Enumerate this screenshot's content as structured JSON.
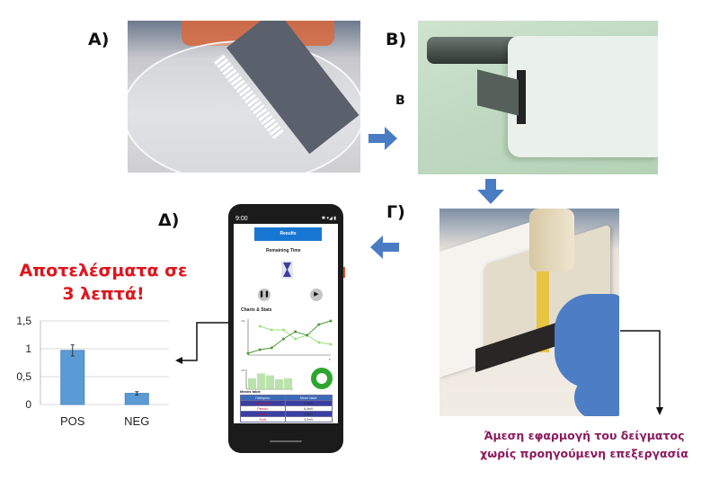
{
  "panels": {
    "a": {
      "label": "A)",
      "photo": "Electrode strip in petri dish"
    },
    "b": {
      "label": "B)",
      "sublabel": "B",
      "photo": "Strip inserted into reader device"
    },
    "c": {
      "label": "Γ)",
      "photo": "Multichannel pipette applying samples to strip"
    },
    "d": {
      "label": "Δ)"
    }
  },
  "headline": {
    "line1": "Αποτελέσματα σε",
    "line2": "3 λεπτά!"
  },
  "caption": {
    "line1": "Άμεση εφαρμογή του δείγματος",
    "line2": "χωρίς προηγούμενη επεξεργασία"
  },
  "colors": {
    "arrow": "#4a7cc4",
    "headline": "#e0141c",
    "caption": "#8b1a5e",
    "bar": "#5b9bd5"
  },
  "phone_app": {
    "status_time": "9:00",
    "status_icons": "✱ ▾◢ ▮",
    "results_button": "Results",
    "remaining_time_label": "Remaining Time",
    "pause_icon": "❚❚",
    "play_icon": "▶",
    "charts_label": "Charts & Stats",
    "line_chart_ylabel": "mV",
    "line_chart_xlabel": "5",
    "bar_chart_ylabel": "mV",
    "means_table": {
      "title": "Means table",
      "headers": [
        "Παθογόνο",
        "Mean Value"
      ],
      "rows": [
        [
          "Salmonella",
          "5.6mV"
        ],
        [
          "Pseudo",
          "6.4mV"
        ],
        [
          "Listeria",
          "2.5mV"
        ],
        [
          "Ecoli",
          "3.2mV"
        ]
      ]
    },
    "line_series": {
      "rising": [
        0.05,
        0.15,
        0.2,
        0.45,
        0.65,
        0.55,
        0.85,
        0.95
      ],
      "falling": [
        0.8,
        0.7,
        0.7,
        0.45,
        0.55,
        0.35,
        0.3
      ]
    },
    "bar_series": [
      0.55,
      0.8,
      0.7,
      0.5,
      0.55
    ]
  },
  "chart_data": {
    "type": "bar",
    "title": "",
    "categories": [
      "POS",
      "NEG"
    ],
    "values": [
      0.97,
      0.2
    ],
    "errors": [
      0.1,
      0.03
    ],
    "xlabel": "",
    "ylabel": "",
    "ylim": [
      0,
      1.5
    ],
    "yticks": [
      "0",
      "0,5",
      "1",
      "1,5"
    ],
    "grid": true
  }
}
